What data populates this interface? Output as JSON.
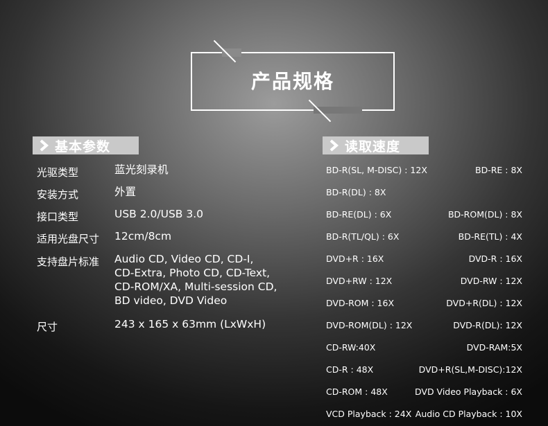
{
  "title": "产品规格",
  "basic": {
    "header": "基本参数",
    "specs": [
      {
        "label": "光驱类型",
        "value": [
          "蓝光刻录机"
        ]
      },
      {
        "label": "安装方式",
        "value": [
          "外置"
        ]
      },
      {
        "label": "接口类型",
        "value": [
          "USB 2.0/USB 3.0"
        ]
      },
      {
        "label": "适用光盘尺寸",
        "value": [
          "12cm/8cm"
        ]
      },
      {
        "label": "支持盘片标准",
        "value": [
          "Audio CD, Video CD, CD-I,",
          "CD-Extra, Photo CD, CD-Text,",
          "CD-ROM/XA, Multi-session CD,",
          "BD video, DVD Video"
        ]
      },
      {
        "label": "尺寸",
        "value": [
          "243 x 165 x 63mm (LxWxH)"
        ]
      }
    ]
  },
  "speed": {
    "header": "读取速度",
    "rows": [
      {
        "left": "BD-R(SL, M-DISC) : 12X",
        "right": "BD-RE : 8X"
      },
      {
        "left": "BD-R(DL) : 8X",
        "right": ""
      },
      {
        "left": "BD-RE(DL) : 6X",
        "right": "BD-ROM(DL) : 8X"
      },
      {
        "left": "BD-R(TL/QL) : 6X",
        "right": "BD-RE(TL) : 4X"
      },
      {
        "left": "DVD+R : 16X",
        "right": "DVD-R : 16X"
      },
      {
        "left": "DVD+RW : 12X",
        "right": "DVD-RW : 12X"
      },
      {
        "left": "DVD-ROM : 16X",
        "right": "DVD+R(DL) : 12X"
      },
      {
        "left": "DVD-ROM(DL) : 12X",
        "right": "DVD-R(DL): 12X"
      },
      {
        "left": "CD-RW:40X",
        "right": "DVD-RAM:5X"
      },
      {
        "left": "CD-R : 48X",
        "right": "DVD+R(SL,M-DISC):12X"
      },
      {
        "left": "CD-ROM : 48X",
        "right": "DVD Video Playback : 6X"
      },
      {
        "left": "VCD Playback : 24X",
        "right": "Audio CD Playback : 10X"
      }
    ]
  }
}
